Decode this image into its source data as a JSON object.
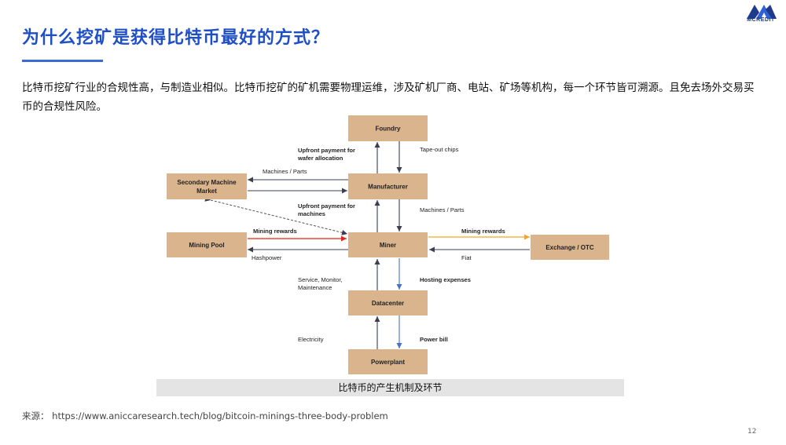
{
  "slide": {
    "title": "为什么挖矿是获得比特币最好的方式？",
    "logo_text": "MCREDIT",
    "paragraph": "比特币挖矿行业的合规性高，与制造业相似。比特币挖矿的矿机需要物理运维，涉及矿机厂商、电站、矿场等机构，每一个环节皆可溯源。且免去场外交易买币的合规性风险。",
    "caption": "比特币的产生机制及环节",
    "source": "来源：  https://www.aniccaresearch.tech/blog/bitcoin-minings-three-body-problem",
    "page_number": "12"
  },
  "colors": {
    "title": "#1f4fc4",
    "node_fill": "#dab48c",
    "arrow_dark": "#3a3f52",
    "arrow_blue": "#4a72c4",
    "red": "#e0261b",
    "orange": "#f5a623",
    "blue_label": "#3b6fd1"
  },
  "diagram": {
    "nodes": {
      "foundry": "Foundry",
      "manufacturer": "Manufacturer",
      "secondary_line1": "Secondary Machine",
      "secondary_line2": "Market",
      "mining_pool": "Mining Pool",
      "miner": "Miner",
      "exchange": "Exchange / OTC",
      "datacenter": "Datacenter",
      "powerplant": "Powerplant"
    },
    "labels": {
      "upfront_wafer_1": "Upfront payment for",
      "upfront_wafer_2": "wafer allocation",
      "tape_out": "Tape-out chips",
      "machines_parts_left": "Machines / Parts",
      "upfront_machines_1": "Upfront payment for",
      "upfront_machines_2": "machines",
      "machines_parts_right": "Machines / Parts",
      "mining_rewards_left": "Mining rewards",
      "hashpower": "Hashpower",
      "mining_rewards_right": "Mining rewards",
      "fiat": "Fiat",
      "service_1": "Service, Monitor,",
      "service_2": "Maintenance",
      "hosting": "Hosting expenses",
      "electricity": "Electricity",
      "power_bill": "Power bill"
    }
  }
}
